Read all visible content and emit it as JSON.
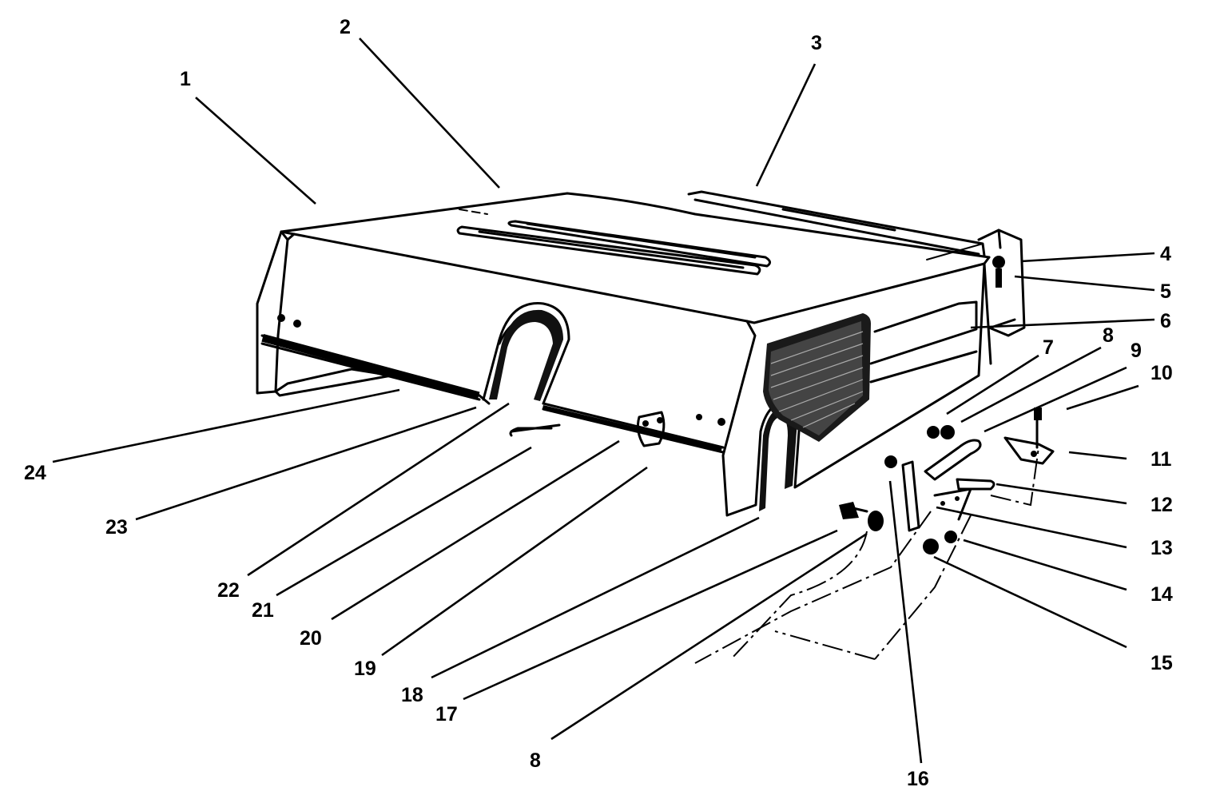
{
  "diagram": {
    "callouts": [
      "1",
      "2",
      "3",
      "4",
      "5",
      "6",
      "7",
      "8",
      "9",
      "10",
      "11",
      "12",
      "13",
      "14",
      "15",
      "16",
      "17",
      "18",
      "19",
      "20",
      "21",
      "22",
      "23",
      "24"
    ],
    "callout_8_b": "8"
  }
}
